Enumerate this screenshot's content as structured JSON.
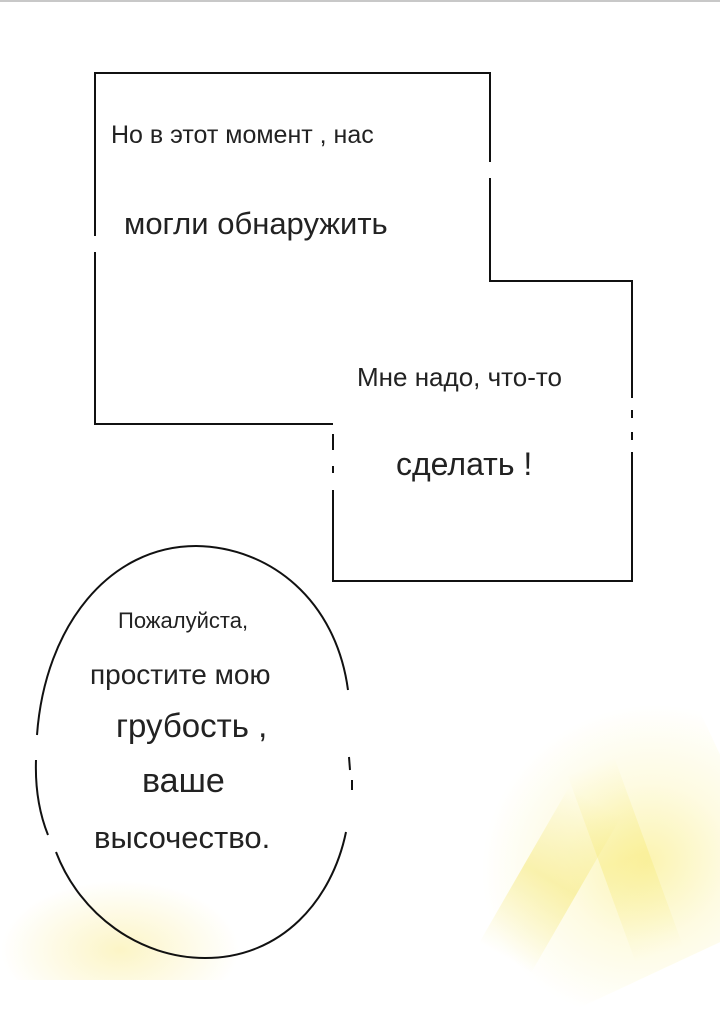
{
  "panel_top": {
    "line1": "Но в этот момент , нас",
    "line2": "могли обнаружить"
  },
  "panel_right": {
    "line1": "Мне надо, что-то",
    "line2": "сделать !"
  },
  "speech_bubble": {
    "line1": "Пожалуйста,",
    "line2": "простите мою",
    "line3": "грубость ,",
    "line4": "ваше",
    "line5": "высочество."
  },
  "colors": {
    "background": "#ffffff",
    "ink": "#222222",
    "glow": "#f5e87a"
  }
}
